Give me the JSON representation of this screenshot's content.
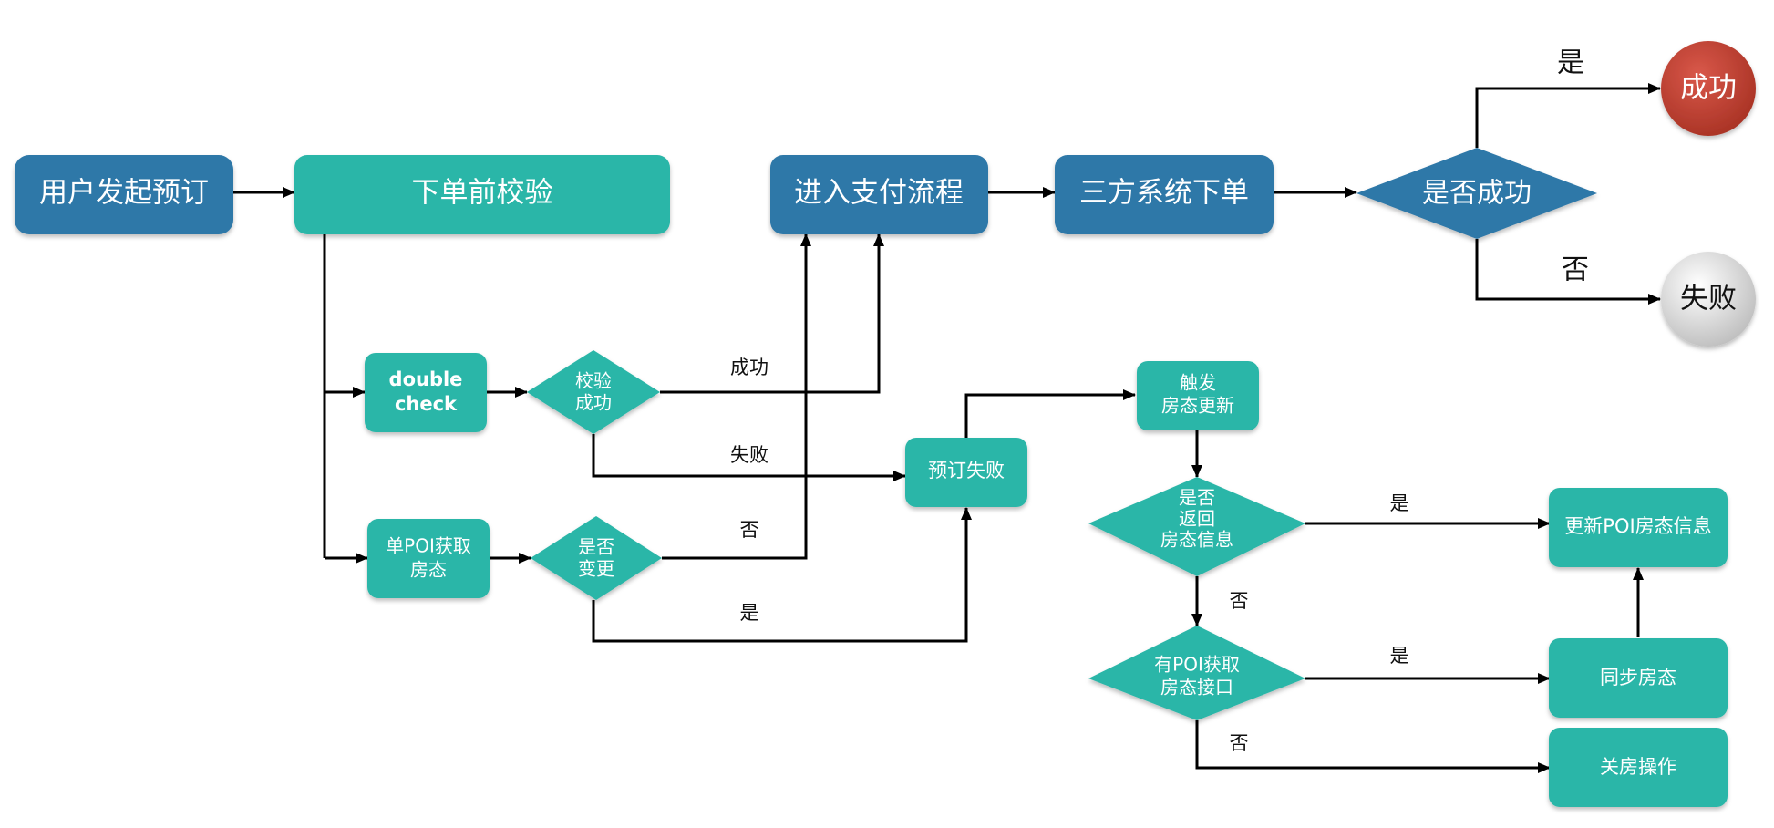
{
  "colors": {
    "blue": "#2f78a8",
    "teal": "#2bb6a8",
    "success": "#c0392b",
    "fail_light": "#f3f3f3",
    "fail_dark": "#b8b8b8"
  },
  "nodes": {
    "start": "用户发起预订",
    "precheck": "下单前校验",
    "pay": "进入支付流程",
    "third_party": "三方系统下单",
    "is_success": "是否成功",
    "success": "成功",
    "fail": "失败",
    "double_check": [
      "double",
      "check"
    ],
    "verify_ok": [
      "校验",
      "成功"
    ],
    "single_poi": [
      "单POI获取",
      "房态"
    ],
    "changed": [
      "是否",
      "变更"
    ],
    "booking_failed": "预订失败",
    "trigger_update": [
      "触发",
      "房态更新"
    ],
    "return_info": [
      "是否",
      "返回",
      "房态信息"
    ],
    "update_poi": "更新POI房态信息",
    "has_poi_api": [
      "有POI获取",
      "房态接口"
    ],
    "sync_state": "同步房态",
    "close_room": "关房操作"
  },
  "edge_labels": {
    "yes_success": "是",
    "no_fail": "否",
    "verify_success": "成功",
    "verify_fail": "失败",
    "changed_no": "否",
    "changed_yes": "是",
    "return_yes": "是",
    "return_no": "否",
    "api_yes": "是",
    "api_no": "否"
  }
}
